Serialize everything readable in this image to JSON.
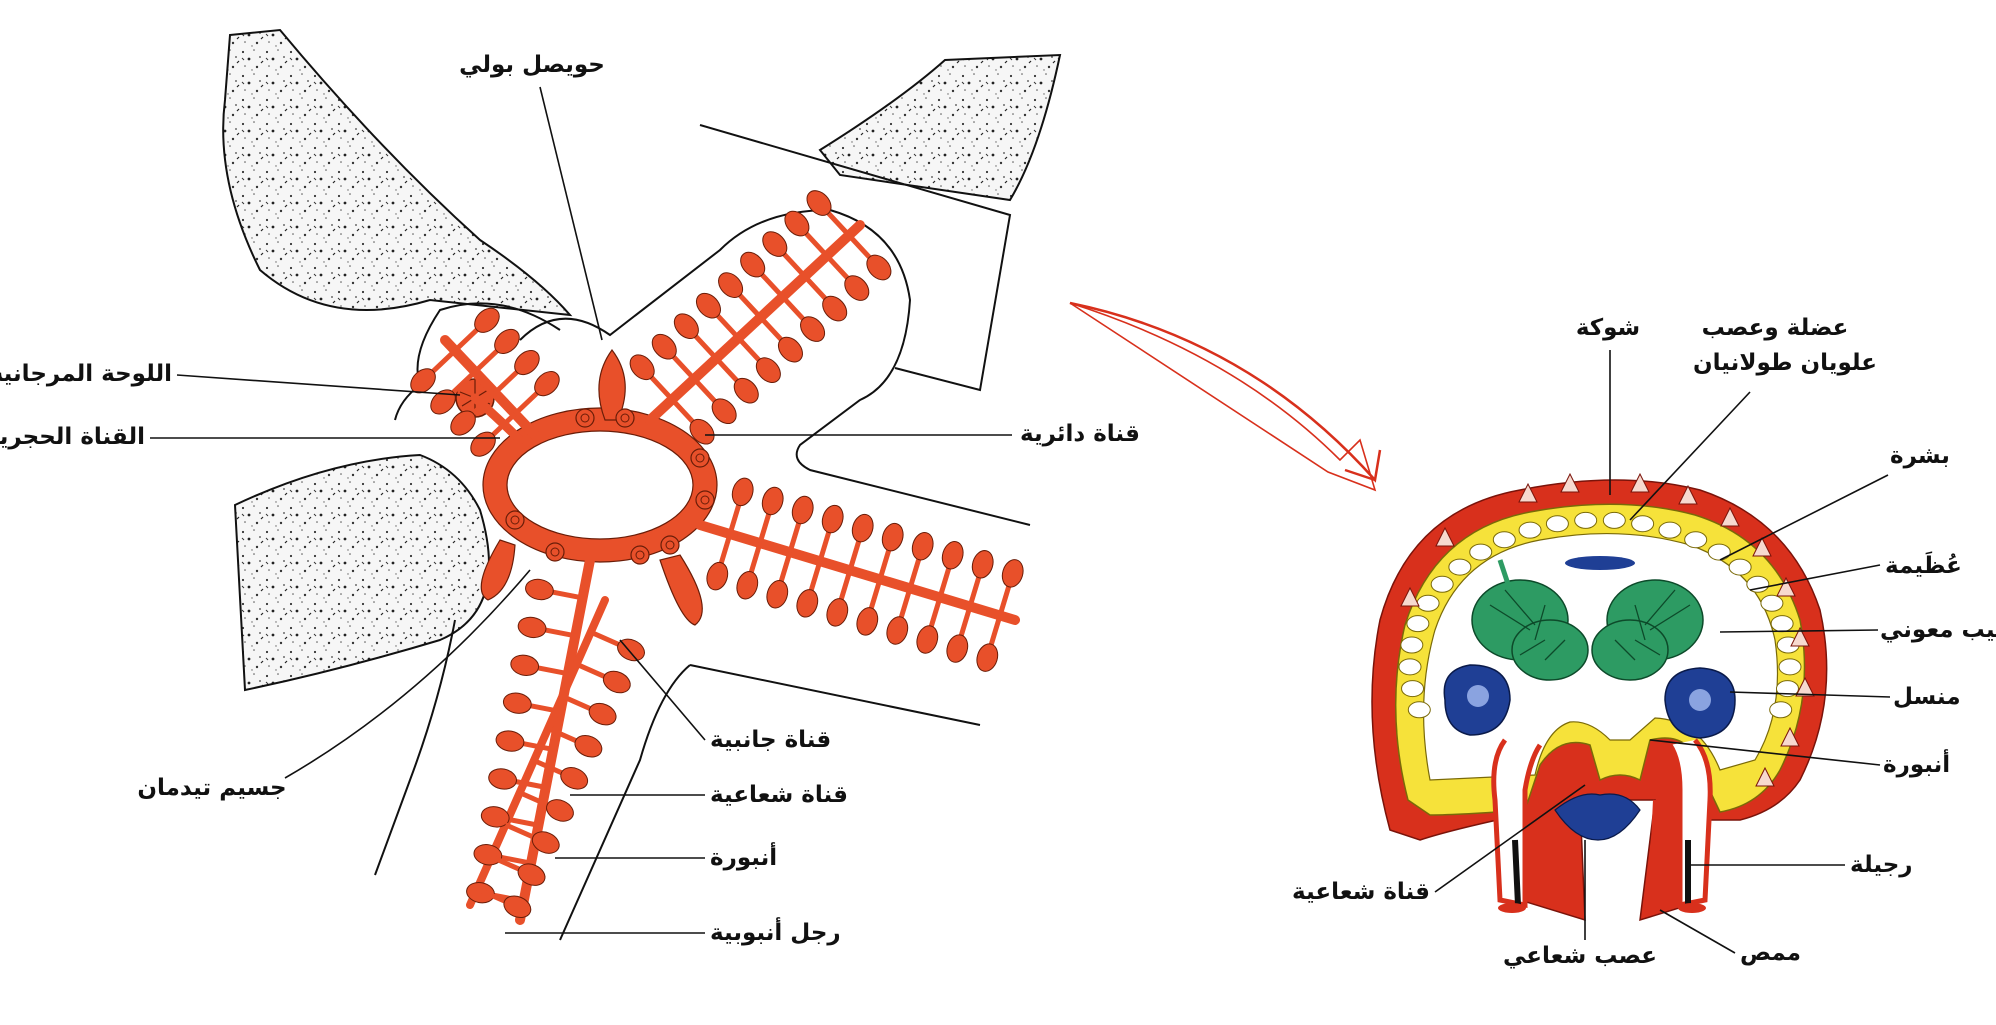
{
  "left_labels": {
    "polian_vesicle": "حويصل بولي",
    "madreporite": "اللوحة المرجانية",
    "stone_canal": "القناة الحجرية",
    "ring_canal": "قناة دائرية",
    "tiedemann_body": "جسيم تيدمان",
    "lateral_canal": "قناة جانبية",
    "radial_canal": "قناة شعاعية",
    "ampulla": "أنبورة",
    "tube_foot": "رجل أنبوبية"
  },
  "right_labels": {
    "spine": "شوكة",
    "muscle_nerve_line1": "عضلة وعصب",
    "muscle_nerve_line2": "علويان طولانيان",
    "epidermis": "بشرة",
    "ossicle": "عُظَيمة",
    "digestive_gland": "جيب معوني",
    "gonad": "منسل",
    "ampulla": "أنبورة",
    "podium": "رجيلة",
    "radial_canal": "قناة شعاعية",
    "radial_nerve": "عصب شعاعي",
    "sucker": "ممص"
  },
  "colors": {
    "water_vascular": "#e8502a",
    "skeleton_yellow": "#f6e23a",
    "outer_red": "#d8301c",
    "digestive_green": "#2d9b63",
    "gonad_blue": "#1f3f95",
    "arrow": "#d8301c"
  }
}
